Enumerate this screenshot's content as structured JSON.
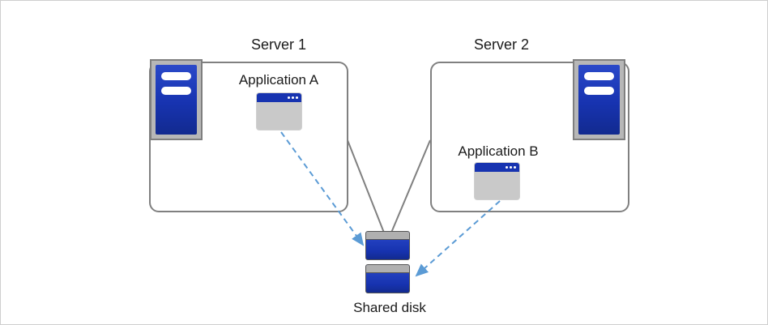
{
  "diagram": {
    "nodes": {
      "server1": {
        "label": "Server 1",
        "icon": "server-icon"
      },
      "server2": {
        "label": "Server 2",
        "icon": "server-icon"
      },
      "application_a": {
        "label": "Application A",
        "icon": "app-window-icon"
      },
      "application_b": {
        "label": "Application B",
        "icon": "app-window-icon"
      },
      "shared_disk": {
        "label": "Shared disk",
        "icon": "disk-stack-icon"
      }
    },
    "edges": [
      {
        "from": "server1",
        "to": "shared_disk",
        "style": "solid-gray-line"
      },
      {
        "from": "server2",
        "to": "shared_disk",
        "style": "solid-gray-line"
      },
      {
        "from": "application_a",
        "to": "shared_disk",
        "style": "dashed-blue-arrow"
      },
      {
        "from": "application_b",
        "to": "shared_disk",
        "style": "dashed-blue-arrow"
      }
    ],
    "colors": {
      "icon_blue": "#1733b0",
      "connector_gray": "#808080",
      "arrow_blue": "#5b9bd5",
      "panel_gray": "#c9c9c9",
      "frame_gray": "#b7b7b7",
      "text": "#1a1a1a"
    }
  }
}
